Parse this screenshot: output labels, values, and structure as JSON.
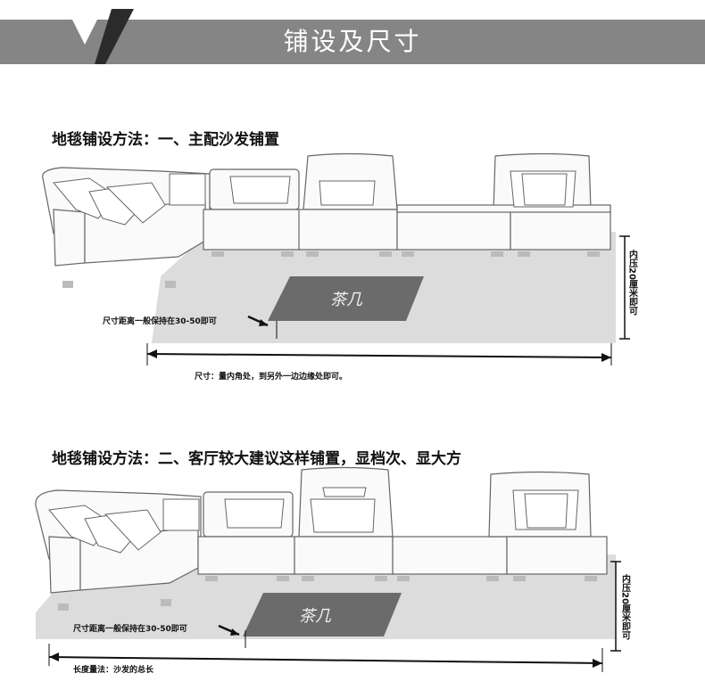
{
  "header": {
    "title": "铺设及尺寸"
  },
  "section1": {
    "title": "地毯铺设方法：一、主配沙发铺置",
    "table_label": "茶几",
    "distance_note": "尺寸距离一般保持在30-50即可",
    "vertical_note": "内压20厘米即可",
    "size_note": "尺寸：量内角处，到另外一边边缘处即可。"
  },
  "section2": {
    "title": "地毯铺设方法：二、客厅较大建议这样铺置，显档次、显大方",
    "table_label": "茶几",
    "distance_note": "尺寸距离一般保持在30-50即可",
    "vertical_note": "内压20厘米即可",
    "length_note": "长度量法：沙发的总长"
  },
  "colors": {
    "banner": "#858585",
    "rug": "#d9d9d9",
    "table": "#6b6b6b"
  }
}
